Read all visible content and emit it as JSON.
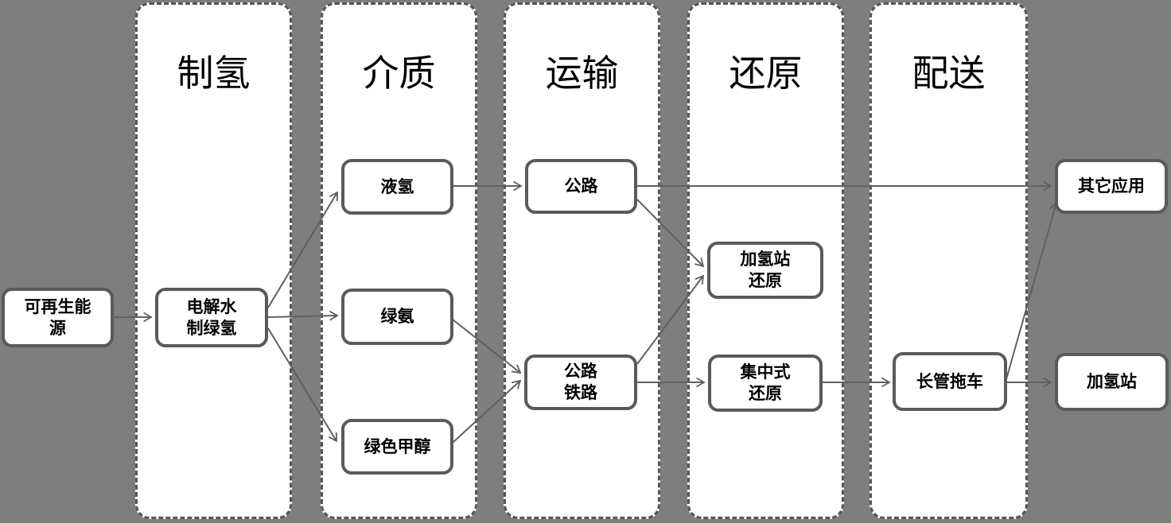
{
  "columns": [
    {
      "id": "production",
      "title": "制氢"
    },
    {
      "id": "medium",
      "title": "介质"
    },
    {
      "id": "transport",
      "title": "运输"
    },
    {
      "id": "reduction",
      "title": "还原"
    },
    {
      "id": "distribution",
      "title": "配送"
    }
  ],
  "nodes": {
    "renewable": {
      "label": "可再生能\n源"
    },
    "electrolysis": {
      "label": "电解水\n制绿氢"
    },
    "liquid_h2": {
      "label": "液氢"
    },
    "green_ammonia": {
      "label": "绿氨"
    },
    "green_methanol": {
      "label": "绿色甲醇"
    },
    "highway": {
      "label": "公路"
    },
    "highway_railway": {
      "label": "公路\n铁路"
    },
    "station_reduction": {
      "label": "加氢站\n还原"
    },
    "central_reduction": {
      "label": "集中式\n还原"
    },
    "tube_trailer": {
      "label": "长管拖车"
    },
    "other_apps": {
      "label": "其它应用"
    },
    "h2_station": {
      "label": "加氢站"
    }
  },
  "edges": [
    {
      "from": "renewable",
      "to": "electrolysis"
    },
    {
      "from": "electrolysis",
      "to": "liquid_h2"
    },
    {
      "from": "electrolysis",
      "to": "green_ammonia"
    },
    {
      "from": "electrolysis",
      "to": "green_methanol"
    },
    {
      "from": "liquid_h2",
      "to": "highway"
    },
    {
      "from": "green_ammonia",
      "to": "highway_railway"
    },
    {
      "from": "green_methanol",
      "to": "highway_railway"
    },
    {
      "from": "highway",
      "to": "other_apps"
    },
    {
      "from": "highway",
      "to": "station_reduction"
    },
    {
      "from": "highway_railway",
      "to": "station_reduction"
    },
    {
      "from": "highway_railway",
      "to": "central_reduction"
    },
    {
      "from": "central_reduction",
      "to": "tube_trailer"
    },
    {
      "from": "tube_trailer",
      "to": "h2_station"
    },
    {
      "from": "tube_trailer",
      "to": "other_apps"
    }
  ],
  "colors": {
    "background": "#7e7e7e",
    "column_fill": "#ffffff",
    "column_border": "#565656",
    "node_border": "#5a5a5a",
    "arrow": "#606060",
    "text": "#000000"
  }
}
